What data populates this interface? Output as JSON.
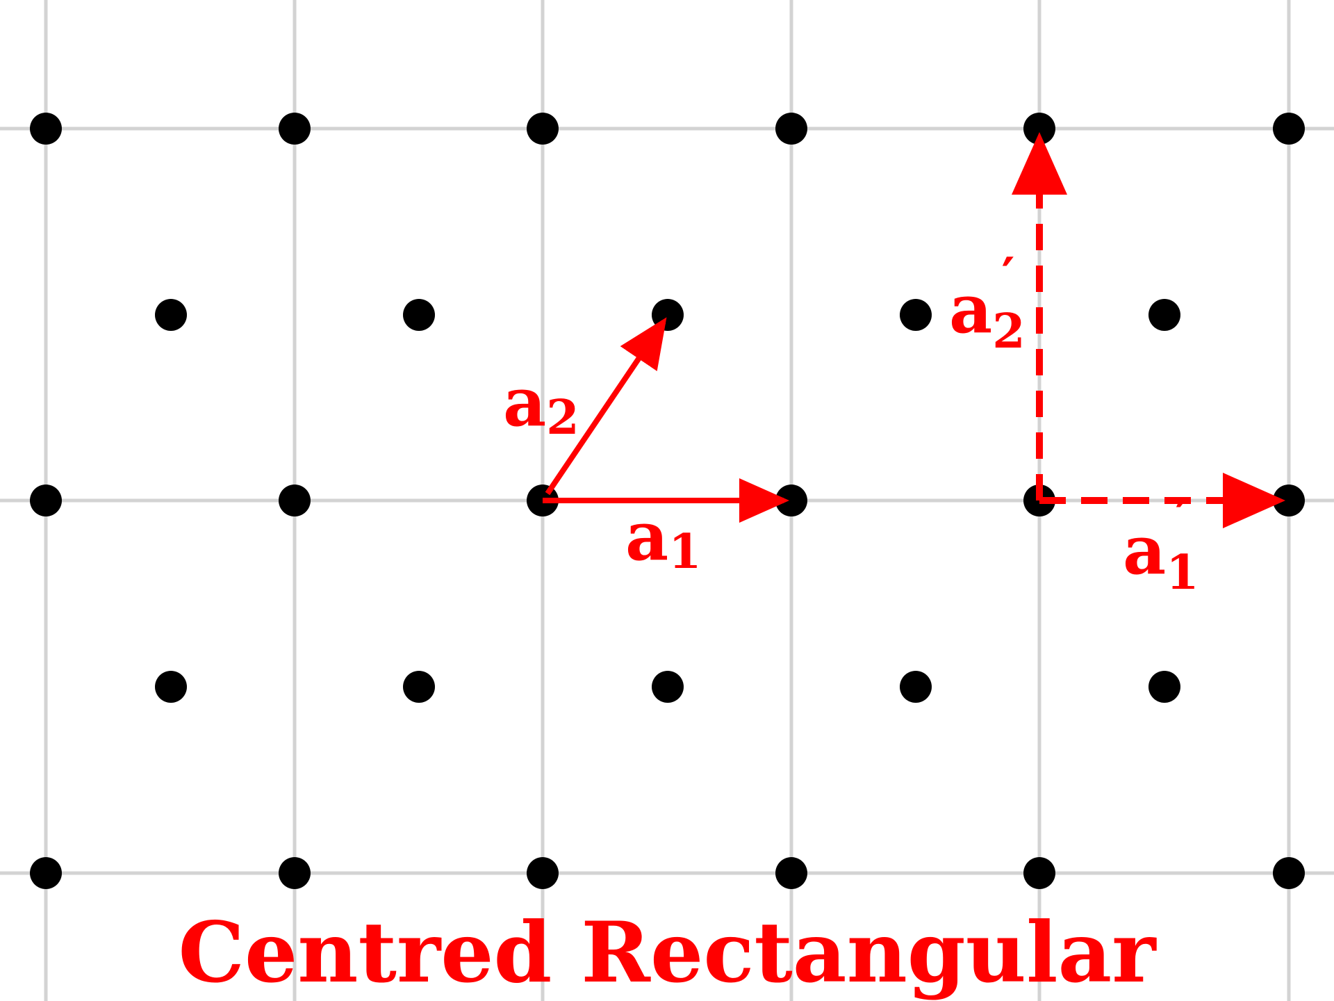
{
  "title": "Centred Rectangular",
  "accent_color": "#ff0000",
  "point_color": "#000000",
  "grid_color": "#d3d3d3",
  "vectors": {
    "primitive": [
      {
        "id": "a1",
        "base": "a",
        "sub": "1",
        "prime": false,
        "style": "solid"
      },
      {
        "id": "a2",
        "base": "a",
        "sub": "2",
        "prime": false,
        "style": "solid"
      }
    ],
    "conventional": [
      {
        "id": "a1p",
        "base": "a",
        "sub": "1",
        "prime": true,
        "style": "dashed"
      },
      {
        "id": "a2p",
        "base": "a",
        "sub": "2",
        "prime": true,
        "style": "dashed"
      }
    ]
  }
}
